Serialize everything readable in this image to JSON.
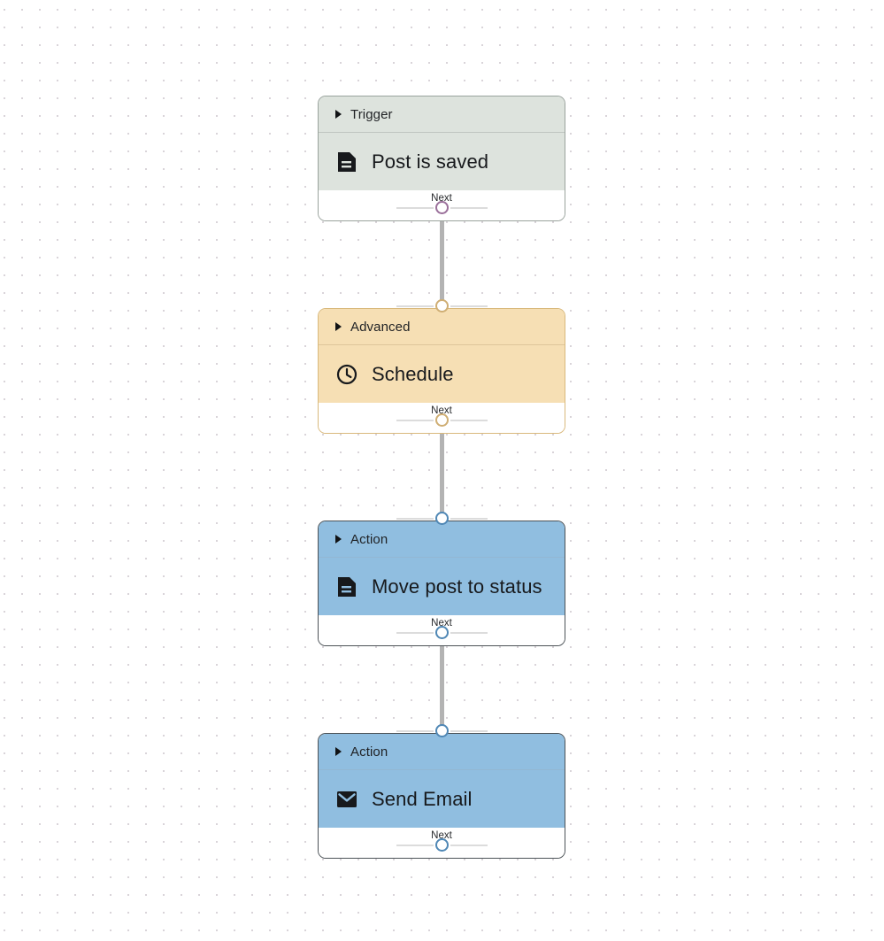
{
  "canvas": {
    "background": "#ffffff",
    "grid_dot_color": "#d9d4d9",
    "grid_spacing": 20
  },
  "edge_color": "#b3b3b3",
  "next_label": "Next",
  "nodes": [
    {
      "id": "trigger-post-is-saved",
      "type_label": "Trigger",
      "title": "Post is saved",
      "icon": "document-icon",
      "accent": "#dde3dd",
      "border": "#9aa39d",
      "port_color": "#9a6f9a",
      "footer_label": "Next"
    },
    {
      "id": "advanced-schedule",
      "type_label": "Advanced",
      "title": "Schedule",
      "icon": "clock-icon",
      "accent": "#f6dfb4",
      "border": "#d9b97c",
      "port_color": "#cfae73",
      "footer_label": "Next"
    },
    {
      "id": "action-move-post-to-status",
      "type_label": "Action",
      "title": "Move post to status",
      "icon": "document-icon",
      "accent": "#90bee0",
      "border": "#4c5257",
      "port_color": "#4f87b5",
      "footer_label": "Next"
    },
    {
      "id": "action-send-email",
      "type_label": "Action",
      "title": "Send Email",
      "icon": "envelope-icon",
      "accent": "#90bee0",
      "border": "#4c5257",
      "port_color": "#4f87b5",
      "footer_label": "Next"
    }
  ]
}
